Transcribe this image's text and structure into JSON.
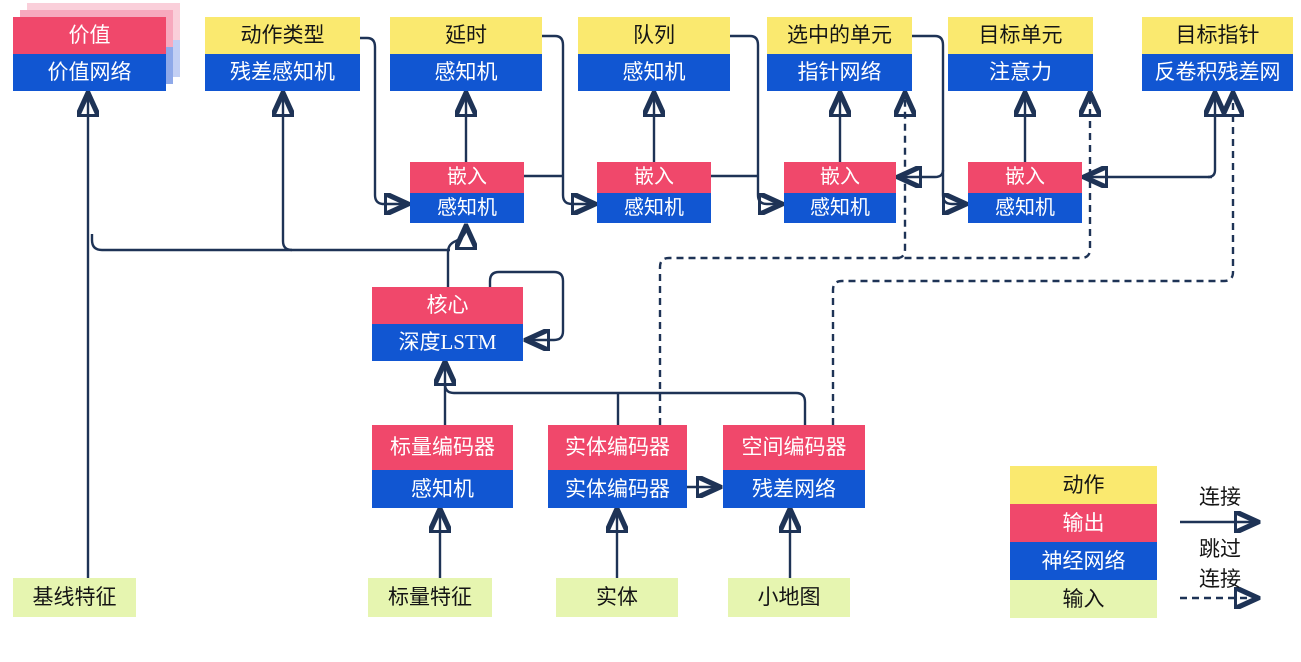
{
  "nodes": {
    "value": {
      "output": "价值",
      "net": "价值网络"
    },
    "action_type": {
      "action": "动作类型",
      "net": "残差感知机"
    },
    "delay": {
      "action": "延时",
      "net": "感知机"
    },
    "queue": {
      "action": "队列",
      "net": "感知机"
    },
    "selected_units": {
      "action": "选中的单元",
      "net": "指针网络"
    },
    "target_unit": {
      "action": "目标单元",
      "net": "注意力"
    },
    "target_pointer": {
      "action": "目标指针",
      "net": "反卷积残差网"
    },
    "embed_1": {
      "output": "嵌入",
      "net": "感知机"
    },
    "embed_2": {
      "output": "嵌入",
      "net": "感知机"
    },
    "embed_3": {
      "output": "嵌入",
      "net": "感知机"
    },
    "embed_4": {
      "output": "嵌入",
      "net": "感知机"
    },
    "core": {
      "output": "核心",
      "net": "深度LSTM"
    },
    "scalar_encoder": {
      "output": "标量编码器",
      "net": "感知机"
    },
    "entity_encoder": {
      "output": "实体编码器",
      "net": "实体编码器"
    },
    "spatial_encoder": {
      "output": "空间编码器",
      "net": "残差网络"
    },
    "baseline_features": {
      "input": "基线特征"
    },
    "scalar_features": {
      "input": "标量特征"
    },
    "entities": {
      "input": "实体"
    },
    "minimap": {
      "input": "小地图"
    }
  },
  "legend": {
    "items": [
      {
        "label": "动作",
        "type": "action"
      },
      {
        "label": "输出",
        "type": "output"
      },
      {
        "label": "神经网络",
        "type": "net"
      },
      {
        "label": "输入",
        "type": "input"
      }
    ],
    "connection_label": "连接",
    "skip_label_line1": "跳过",
    "skip_label_line2": "连接"
  },
  "colors": {
    "action_yellow": "#FAE96F",
    "output_red": "#F0486B",
    "net_blue": "#1156D2",
    "input_green": "#E6F5B0",
    "wire_navy": "#1E3356"
  }
}
